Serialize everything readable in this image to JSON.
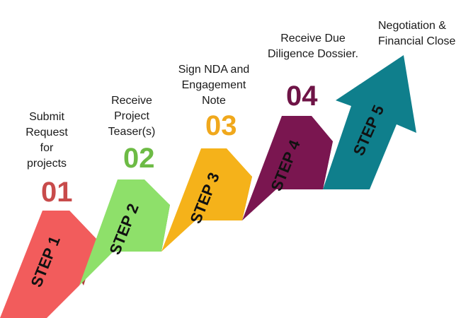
{
  "steps": [
    {
      "number": "01",
      "step_label": "STEP 1",
      "description": "Submit\nRequest\nfor\nprojects",
      "color": "#f25c5c",
      "dark": "#b03a3a",
      "number_color": "#c84b4b"
    },
    {
      "number": "02",
      "step_label": "STEP 2",
      "description": "Receive\nProject\nTeaser(s)",
      "color": "#8ee06a",
      "dark": "#4f9a35",
      "number_color": "#6dbb45"
    },
    {
      "number": "03",
      "step_label": "STEP 3",
      "description": "Sign NDA and\nEngagement\nNote",
      "color": "#f5b21a",
      "dark": "#a87312",
      "number_color": "#f0a81c"
    },
    {
      "number": "04",
      "step_label": "STEP 4",
      "description": "Receive Due\nDiligence Dossier.",
      "color": "#7a1650",
      "dark": "#4a0c30",
      "number_color": "#6e1446"
    },
    {
      "number": "",
      "step_label": "STEP 5",
      "description": "Negotiation    &\nFinancial Close",
      "color": "#0f7f8c",
      "dark": "#0a5760",
      "number_color": "#0f7f8c"
    }
  ]
}
